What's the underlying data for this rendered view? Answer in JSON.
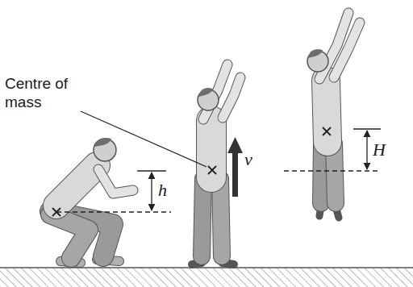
{
  "diagram": {
    "labels": [
      "Centre of mass",
      "h",
      "v",
      "H"
    ]
  }
}
